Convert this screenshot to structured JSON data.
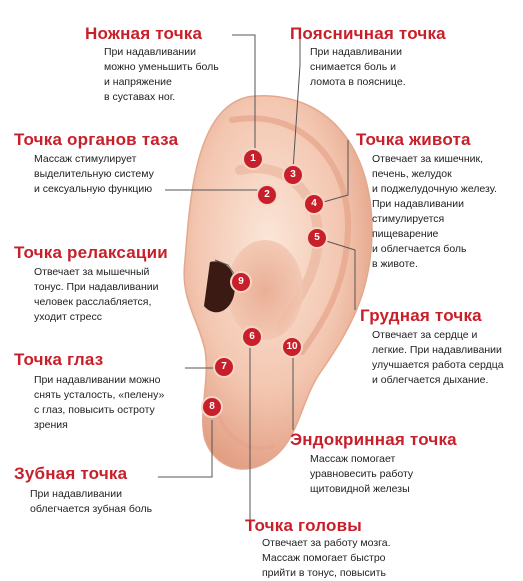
{
  "colors": {
    "accent": "#c8202a",
    "skin_light": "#fbe4d6",
    "skin_mid": "#f0b9a0",
    "skin_dark": "#d98b6e",
    "text": "#222222"
  },
  "items": [
    {
      "num": "1",
      "title": "Ножная точка",
      "desc": "При надавливании\nможно уменьшить боль\nи напряжение\nв суставах ног."
    },
    {
      "num": "2",
      "title": "Точка органов таза",
      "desc": "Массаж стимулирует\nвыделительную систему\nи сексуальную функцию"
    },
    {
      "num": "3",
      "title": "Поясничная точка",
      "desc": "При надавливании\nснимается боль и\nломота в пояснице."
    },
    {
      "num": "4",
      "title": "Точка живота",
      "desc": "Отвечает за кишечник,\nпечень, желудок\nи поджелудочную железу.\nПри надавливании\nстимулируется\nпищеварение\nи облегчается боль\nв животе."
    },
    {
      "num": "5",
      "title": "",
      "desc": ""
    },
    {
      "num": "6",
      "title": "Точка головы",
      "desc": "Отвечает за работу мозга.\nМассаж помогает быстро\nприйти в тонус, повысить"
    },
    {
      "num": "7",
      "title": "Точка глаз",
      "desc": "При надавливании можно\nснять усталость, «пелену»\nс глаз, повысить остроту\nзрения"
    },
    {
      "num": "8",
      "title": "Зубная точка",
      "desc": "При надавливании\nоблегчается зубная боль"
    },
    {
      "num": "9",
      "title": "Точка релаксации",
      "desc": "Отвечает за мышечный\nтонус. При надавливании\nчеловек расслабляется,\nуходит стресс"
    },
    {
      "num": "10",
      "title": "",
      "desc": ""
    },
    {
      "num": "",
      "title": "Грудная точка",
      "desc": "Отвечает за сердце и\nлегкие. При надавливании\nулучшается работа сердца\nи облегчается дыхание."
    },
    {
      "num": "",
      "title": "Эндокринная точка",
      "desc": "Массаж помогает\nуравновесить работу\nщитовидной железы"
    }
  ]
}
